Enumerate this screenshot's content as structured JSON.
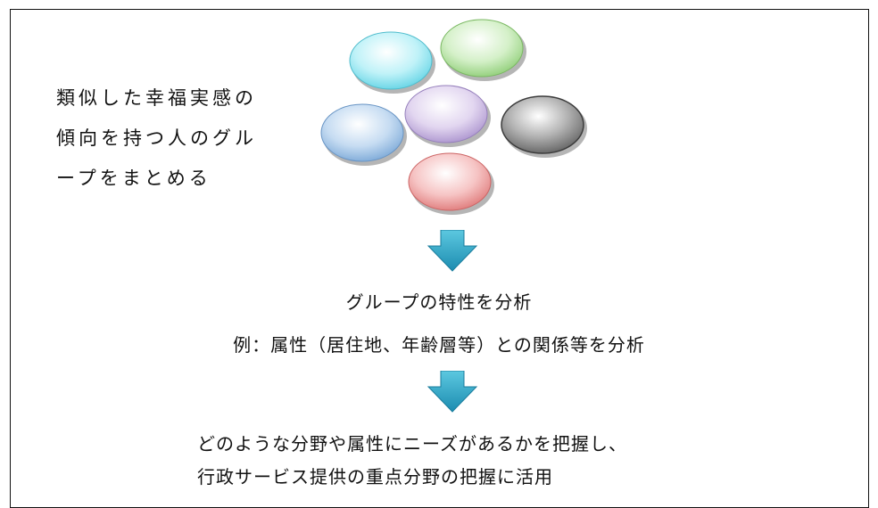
{
  "left_text": {
    "line1": "類似した幸福実感の",
    "line2": "傾向を持つ人のグル",
    "line3": "ープをまとめる"
  },
  "step2": {
    "line1": "グループの特性を分析",
    "line2": "例：属性（居住地、年齢層等）との関係等を分析"
  },
  "step3": {
    "line1": "どのような分野や属性にニーズがあるかを把握し、",
    "line2": "行政サービス提供の重点分野の把握に活用"
  },
  "colors": {
    "cyan": "#7fe0ee",
    "green": "#a8dc94",
    "purple": "#c8b4e0",
    "blue": "#9cc0e4",
    "gray": "#8a8a8a",
    "red": "#ee9a9a",
    "arrow": "#2aa8c8"
  }
}
